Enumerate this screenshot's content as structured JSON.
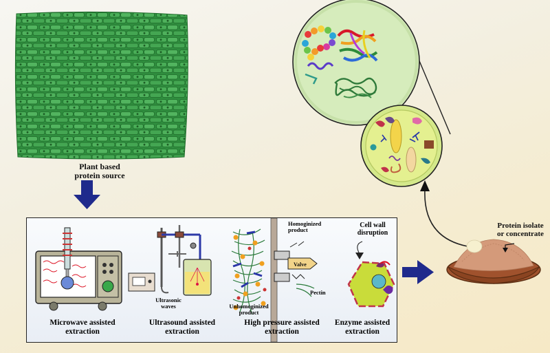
{
  "plant_label": "Plant based\nprotein source",
  "methods": [
    "Microwave assisted\nextraction",
    "Ultrasound assisted\nextraction",
    "High pressure assisted\nextraction",
    "Enzyme assisted\nextraction"
  ],
  "annotations": {
    "ultrasonic": "Ultrasonic\nwaves",
    "homogenized": "Homoginized\nproduct",
    "unhomogenized": "Unhomoginized\nproduct",
    "valve": "Valve",
    "pectin": "Pectin",
    "cell_wall": "Cell wall\ndisruption"
  },
  "output_label": "Protein isolate\nor concentrate",
  "colors": {
    "leaf": "#3a9a4a",
    "arrow": "#1f2a8c",
    "panel_border": "#222222"
  }
}
